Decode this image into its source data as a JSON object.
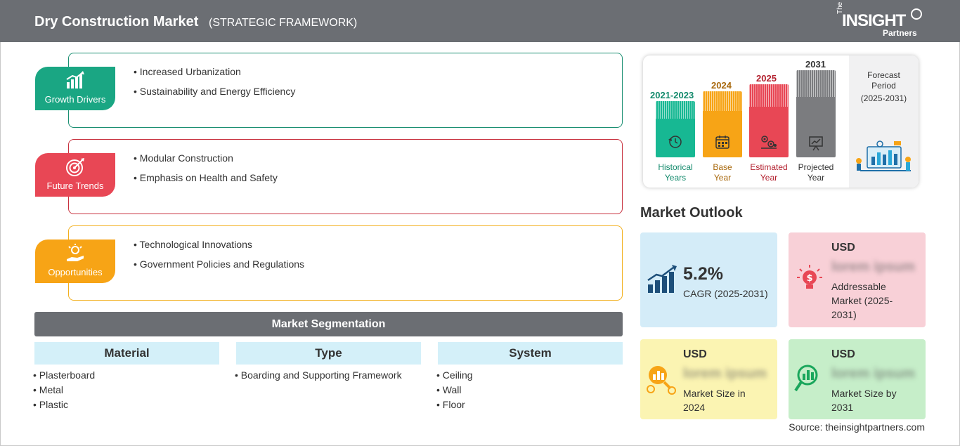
{
  "header": {
    "title": "Dry Construction Market",
    "subtitle": "(STRATEGIC FRAMEWORK)",
    "logo": {
      "the": "The",
      "insight": "INSIGHT",
      "partners": "Partners"
    }
  },
  "framework": {
    "growth_drivers": {
      "label": "Growth Drivers",
      "color": "#1aa683",
      "border": "#1a8f72",
      "items": [
        "Increased Urbanization",
        "Sustainability and Energy Efficiency"
      ]
    },
    "future_trends": {
      "label": "Future Trends",
      "color": "#e84755",
      "border": "#c8323f",
      "items": [
        "Modular Construction",
        "Emphasis on Health and Safety"
      ]
    },
    "opportunities": {
      "label": "Opportunities",
      "color": "#f7a416",
      "border": "#f2b01e",
      "items": [
        "Technological Innovations",
        "Government Policies and Regulations"
      ]
    }
  },
  "segmentation": {
    "title": "Market Segmentation",
    "columns": [
      {
        "heading": "Material",
        "items": [
          "Plasterboard",
          "Metal",
          "Plastic"
        ]
      },
      {
        "heading": "Type",
        "items": [
          "Boarding and Supporting Framework"
        ]
      },
      {
        "heading": "System",
        "items": [
          "Ceiling",
          "Wall",
          "Floor"
        ]
      }
    ]
  },
  "timeline": {
    "periods": [
      {
        "year": "2021-2023",
        "label1": "Historical",
        "label2": "Years",
        "color": "#17b893",
        "text_color": "#138a6c",
        "icon": "history-icon"
      },
      {
        "year": "2024",
        "label1": "Base",
        "label2": "Year",
        "color": "#f7a416",
        "text_color": "#a8680c",
        "icon": "calendar-icon"
      },
      {
        "year": "2025",
        "label1": "Estimated",
        "label2": "Year",
        "color": "#e84755",
        "text_color": "#b3202e",
        "icon": "gears-icon"
      },
      {
        "year": "2031",
        "label1": "Projected",
        "label2": "Year",
        "color": "#7b7c7f",
        "text_color": "#333333",
        "icon": "presentation-icon"
      }
    ],
    "forecast": {
      "line1": "Forecast",
      "line2": "Period",
      "line3": "(2025-2031)"
    }
  },
  "outlook": {
    "title": "Market Outlook",
    "cagr": {
      "value": "5.2%",
      "label": "CAGR (2025-2031)",
      "bg": "#d4ecf8",
      "icon": "growth-chart-icon"
    },
    "addressable": {
      "currency": "USD",
      "value": "lorem ipsum",
      "label": "Addressable Market (2025-2031)",
      "bg": "#f8d0d7",
      "icon": "bulb-dollar-icon"
    },
    "size_2024": {
      "currency": "USD",
      "value": "lorem ipsum",
      "label": "Market Size in 2024",
      "bg": "#fbf4b2",
      "icon": "money-magnifier-icon"
    },
    "size_2031": {
      "currency": "USD",
      "value": "lorem ipsum",
      "label": "Market Size by 2031",
      "bg": "#c6eec9",
      "icon": "chart-magnifier-icon"
    }
  },
  "source": "Source: theinsightpartners.com"
}
